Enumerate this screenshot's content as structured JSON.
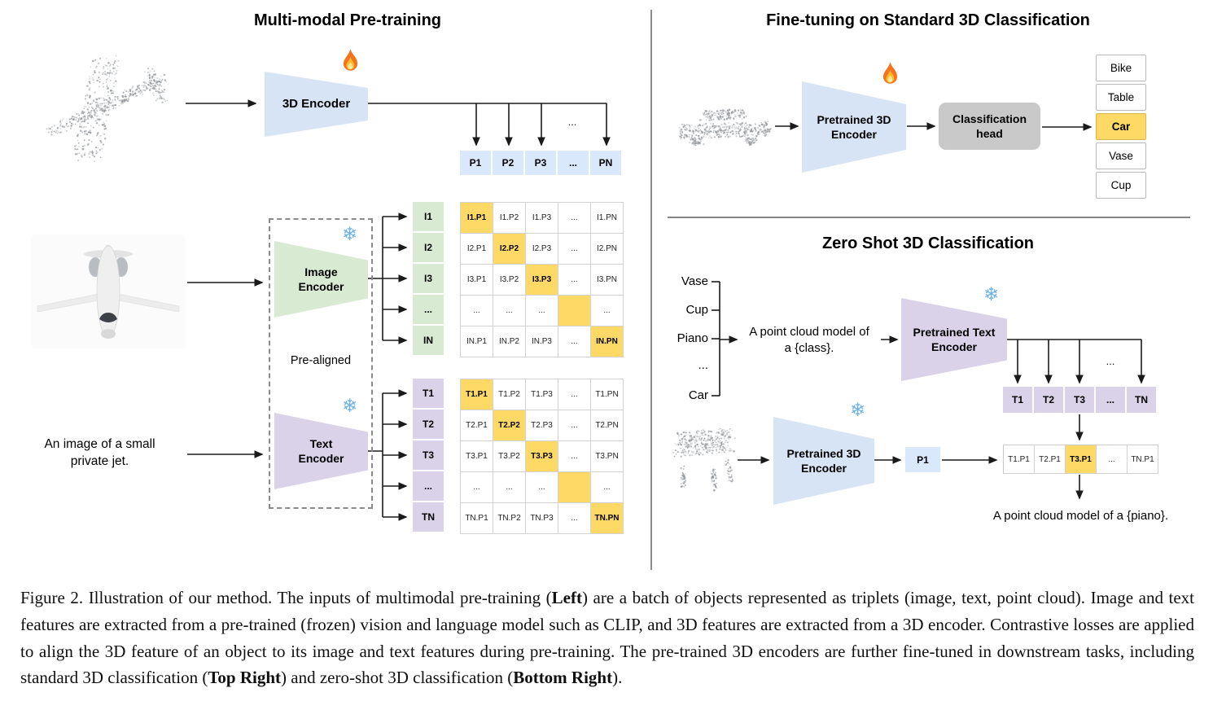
{
  "colors": {
    "highlight": "#FFD966",
    "point_cell_blue": "#DAE8FC",
    "image_cell_green": "#D9EAD3",
    "text_cell_purple": "#D9D2E9",
    "encoder_blue": "#D7E4F5",
    "head_gray": "#C9C9C9"
  },
  "left": {
    "title": "Multi-modal Pre-training",
    "encoder_3d": {
      "label": "3D Encoder",
      "icon": "fire"
    },
    "image_encoder": {
      "label": "Image\nEncoder",
      "icon": "snowflake"
    },
    "text_encoder": {
      "label": "Text\nEncoder",
      "icon": "snowflake"
    },
    "pre_aligned": "Pre-aligned",
    "input_text": "An image of a small\nprivate jet.",
    "line_dots": "...",
    "p_row": [
      "P1",
      "P2",
      "P3",
      "...",
      "PN"
    ],
    "i_col": [
      "I1",
      "I2",
      "I3",
      "...",
      "IN"
    ],
    "t_col": [
      "T1",
      "T2",
      "T3",
      "...",
      "TN"
    ],
    "i_matrix": [
      [
        "I1.P1",
        "I1.P2",
        "I1.P3",
        "...",
        "I1.PN"
      ],
      [
        "I2.P1",
        "I2.P2",
        "I2.P3",
        "...",
        "I2.PN"
      ],
      [
        "I3.P1",
        "I3.P2",
        "I3.P3",
        "...",
        "I3.PN"
      ],
      [
        "...",
        "...",
        "...",
        "",
        "..."
      ],
      [
        "IN.P1",
        "IN.P2",
        "IN.P3",
        "...",
        "IN.PN"
      ]
    ],
    "t_matrix": [
      [
        "T1.P1",
        "T1.P2",
        "T1.P3",
        "...",
        "T1.PN"
      ],
      [
        "T2.P1",
        "T2.P2",
        "T2.P3",
        "...",
        "T2.PN"
      ],
      [
        "T3.P1",
        "T3.P2",
        "T3.P3",
        "...",
        "T3.PN"
      ],
      [
        "...",
        "...",
        "...",
        "",
        "..."
      ],
      [
        "TN.P1",
        "TN.P2",
        "TN.P3",
        "...",
        "TN.PN"
      ]
    ]
  },
  "top_right": {
    "title": "Fine-tuning on Standard 3D Classification",
    "encoder": {
      "label": "Pretrained 3D\nEncoder",
      "icon": "fire"
    },
    "head_label": "Classification\nhead",
    "classes": [
      "Bike",
      "Table",
      "Car",
      "Vase",
      "Cup"
    ],
    "highlight_class": "Car"
  },
  "bottom_right": {
    "title": "Zero Shot 3D Classification",
    "class_list": [
      "Vase",
      "Cup",
      "Piano",
      "...",
      "Car"
    ],
    "prompt": "A point cloud model of\na {class}.",
    "text_encoder": {
      "label": "Pretrained Text\nEncoder",
      "icon": "snowflake"
    },
    "encoder_3d": {
      "label": "Pretrained 3D\nEncoder",
      "icon": "snowflake"
    },
    "t_row": [
      "T1",
      "T2",
      "T3",
      "...",
      "TN"
    ],
    "p_cell": "P1",
    "result_row": [
      "T1.P1",
      "T2.P1",
      "T3.P1",
      "...",
      "TN.P1"
    ],
    "result_highlight_index": 2,
    "line_dots": "...",
    "result_prompt": "A point cloud model of a {piano}."
  },
  "caption": {
    "segments": [
      {
        "t": "Figure 2. Illustration of our method. The inputs of multimodal pre-training (",
        "b": false
      },
      {
        "t": "Left",
        "b": true
      },
      {
        "t": ") are a batch of objects represented as triplets (image, text, point cloud). Image and text features are extracted from a pre-trained (frozen) vision and language model such as CLIP, and 3D features are extracted from a 3D encoder. Contrastive losses are applied to align the 3D feature of an object to its image and text features during pre-training. The pre-trained 3D encoders are further fine-tuned in downstream tasks, including standard 3D classification (",
        "b": false
      },
      {
        "t": "Top Right",
        "b": true
      },
      {
        "t": ") and zero-shot 3D classification (",
        "b": false
      },
      {
        "t": "Bottom Right",
        "b": true
      },
      {
        "t": ").",
        "b": false
      }
    ]
  }
}
